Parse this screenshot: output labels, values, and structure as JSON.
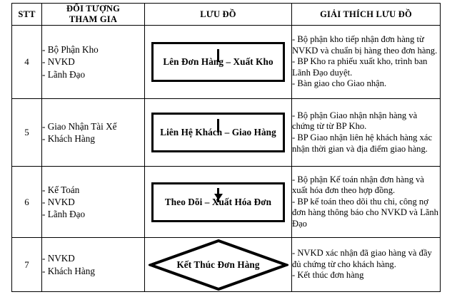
{
  "table": {
    "headers": {
      "stt": "STT",
      "actor_line1": "ĐỐI TƯỢNG",
      "actor_line2": "THAM GIA",
      "flow": "LƯU ĐỒ",
      "explain": "GIẢI THÍCH LƯU ĐỒ"
    },
    "rows": [
      {
        "stt": "4",
        "actors": [
          "- Bộ Phận Kho",
          "- NVKD",
          "- Lãnh Đạo"
        ],
        "node": {
          "shape": "rectangle",
          "label": "Lên Đơn Hàng – Xuất Kho"
        },
        "explanation": [
          "- Bộ phận kho tiếp nhận đơn hàng từ NVKD và chuẩn bị hàng theo đơn hàng.",
          "- BP Kho ra phiếu xuất kho, trình ban Lãnh Đạo duyệt.",
          "- Bàn giao cho Giao nhận."
        ]
      },
      {
        "stt": "5",
        "actors": [
          "- Giao Nhận Tài Xế",
          "- Khách Hàng"
        ],
        "node": {
          "shape": "rectangle",
          "label": "Liên Hệ Khách – Giao Hàng"
        },
        "explanation": [
          "- Bộ phận Giao nhận nhận hàng và chứng từ từ BP Kho.",
          "- BP Giao nhận liên hệ khách hàng xác nhận thời gian và địa điểm giao hàng."
        ]
      },
      {
        "stt": "6",
        "actors": [
          "- Kế Toán",
          "- NVKD",
          "- Lãnh Đạo"
        ],
        "node": {
          "shape": "rectangle",
          "label": "Theo Dõi – Xuất Hóa Đơn"
        },
        "explanation": [
          "- Bộ phận Kế toán nhận đơn hàng và xuất hóa đơn theo hợp đồng.",
          "- BP kế toán theo dõi thu chi, công nợ đơn hàng thông báo cho NVKD và Lãnh Đạo"
        ]
      },
      {
        "stt": "7",
        "actors": [
          "- NVKD",
          "- Khách Hàng"
        ],
        "node": {
          "shape": "diamond",
          "label": "Kết Thúc Đơn Hàng"
        },
        "explanation": [
          "- NVKD xác nhận đã giao hàng và đầy đủ chứng từ cho khách hàng.",
          "- Kết thúc đơn hàng"
        ]
      }
    ]
  },
  "colors": {
    "border": "#000000",
    "text": "#000000",
    "background": "#ffffff"
  }
}
